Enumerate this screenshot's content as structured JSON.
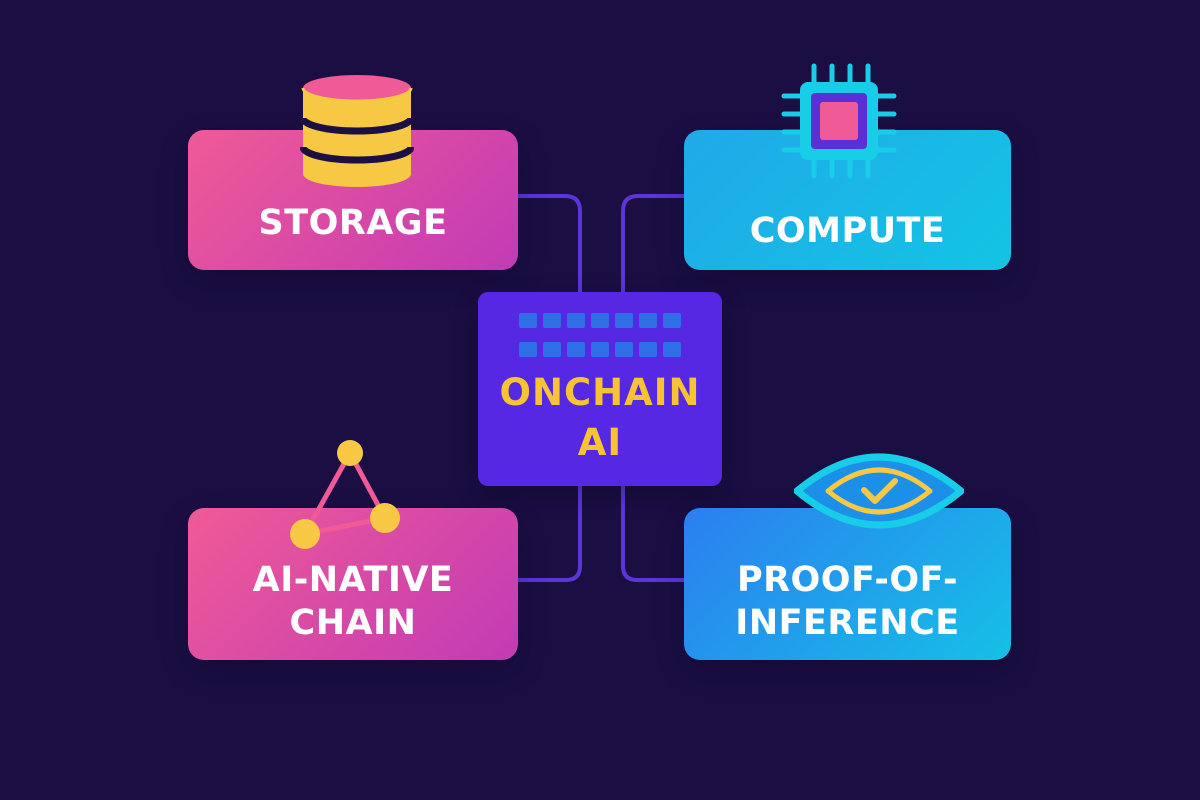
{
  "colors": {
    "background": "#1a0e43",
    "connector": "#5b35d6",
    "pink_start": "#f05a96",
    "pink_end": "#c23bb5",
    "blue_start": "#20a9e8",
    "blue_end": "#13c4e4",
    "center_box": "#5728e4",
    "center_text": "#f6c433",
    "accent_yellow": "#f7c843",
    "accent_pink": "#f05a96",
    "accent_cyan": "#18cde8"
  },
  "nodes": {
    "storage": {
      "label": "STORAGE",
      "icon": "database-icon"
    },
    "compute": {
      "label": "COMPUTE",
      "icon": "cpu-chip-icon"
    },
    "center": {
      "label_line1": "ONCHAIN",
      "label_line2": "AI",
      "icon": "grid-icon"
    },
    "chain": {
      "label_line1": "AI-NATIVE",
      "label_line2": "CHAIN",
      "icon": "network-triangle-icon"
    },
    "inference": {
      "label_line1": "PROOF-OF-",
      "label_line2": "INFERENCE",
      "icon": "eye-check-icon"
    }
  }
}
